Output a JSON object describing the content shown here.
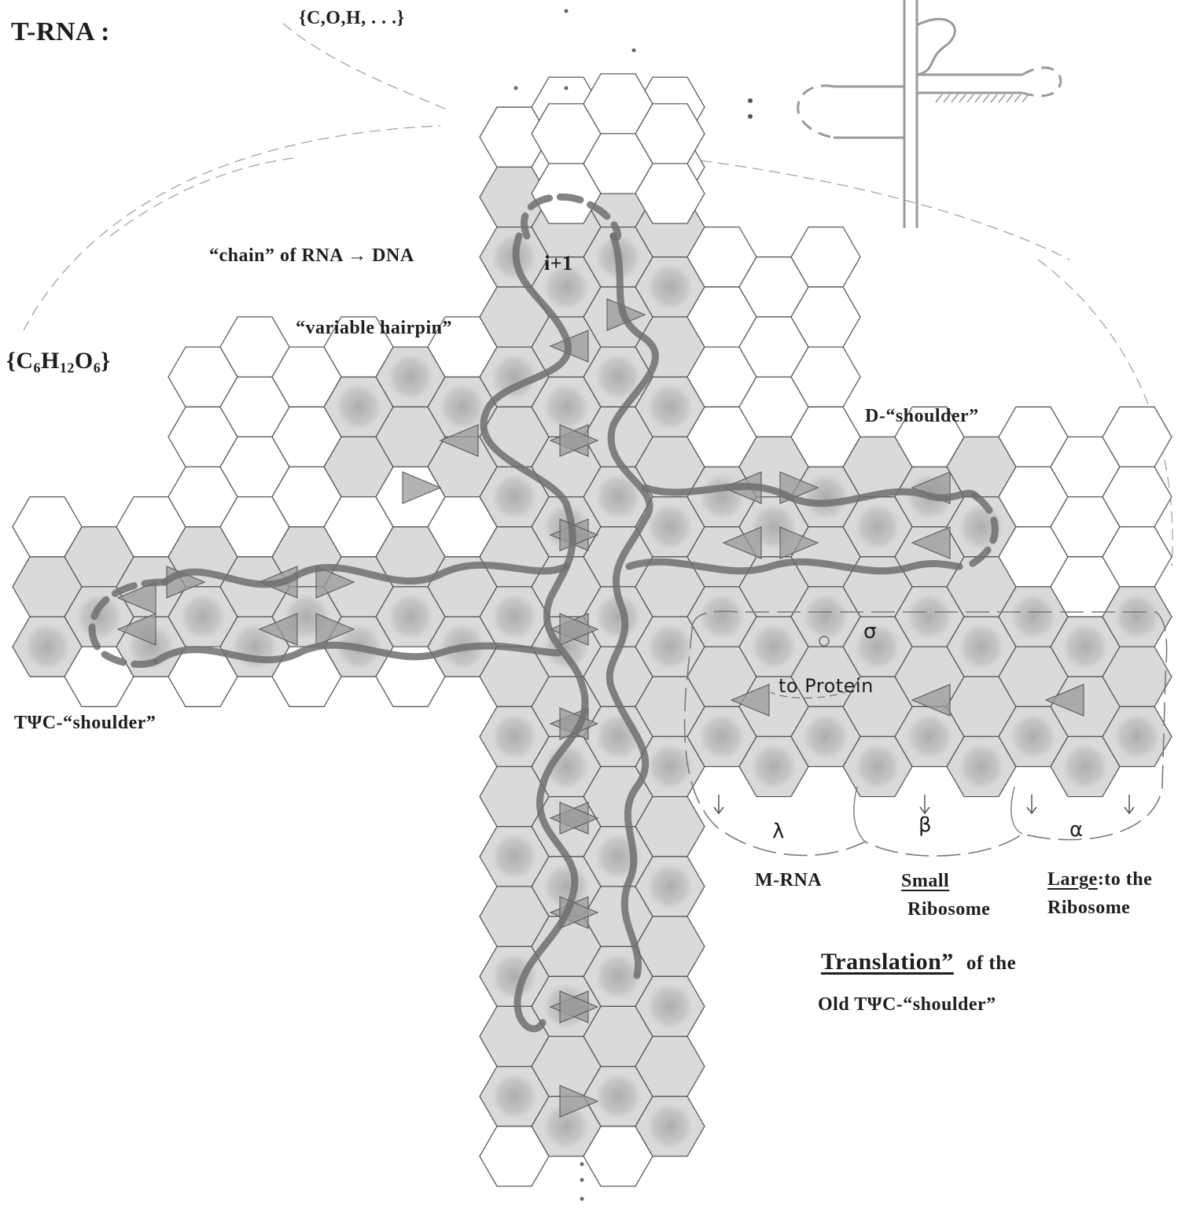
{
  "title": "T-RNA :",
  "top_set": "{C,O,H, . . .}",
  "glucose": {
    "open": "{C",
    "c_sub": "6",
    "h": "H",
    "h_sub": "12",
    "o": "O",
    "o_sub": "6",
    "close": "}"
  },
  "labels": {
    "chain": "“chain” of  RNA →  DNA",
    "i_plus_1": "i+1",
    "variable_hairpin": "“variable hairpin”",
    "d_shoulder": "D-“shoulder”",
    "twc_shoulder": "TΨC-“shoulder”",
    "sigma": "σ",
    "to_protein": "to Protein",
    "lambda": "λ",
    "beta": "β",
    "alpha": "α",
    "mrna": "M-RNA",
    "small": "Small",
    "small_ribosome": "Ribosome",
    "large": "Large",
    "large_to_the": ":to the",
    "large_ribosome": "Ribosome",
    "translation": "Translation”",
    "of_the": "of the",
    "old_twc": "Old TΨC-“shoulder”"
  },
  "colors": {
    "line": "#5a5a5a",
    "shade": "#bcbcbc",
    "dark_shade": "#9a9a9a",
    "strand": "#6e6e6e",
    "paper": "#ffffff"
  }
}
